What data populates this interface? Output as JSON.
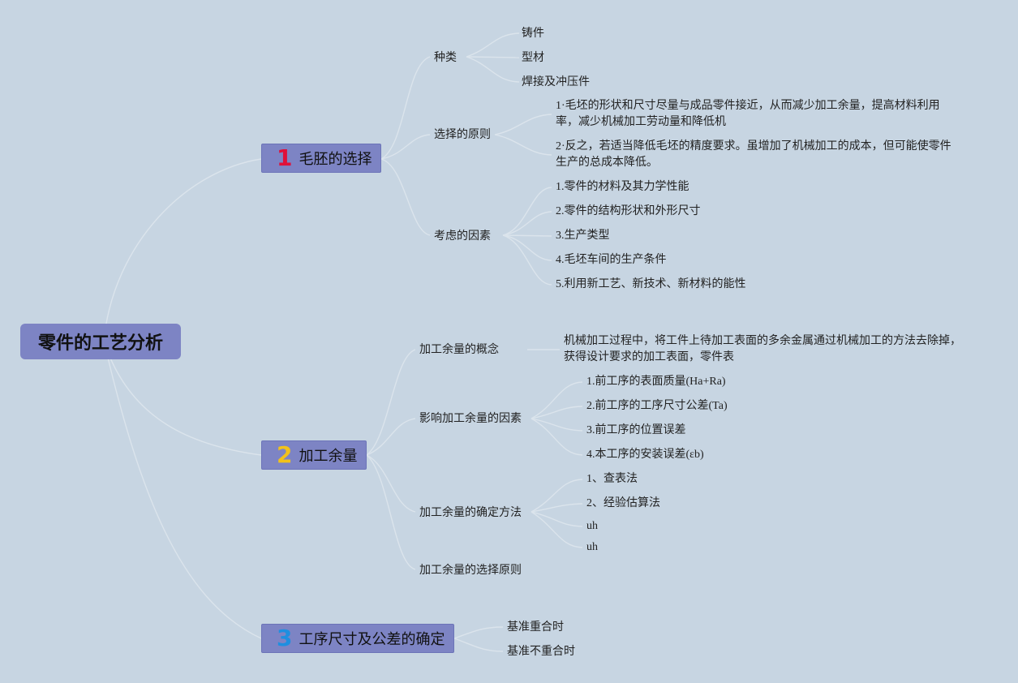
{
  "root": "零件的工艺分析",
  "branches": [
    {
      "num": "1",
      "num_color": "#e0103a",
      "label": "毛胚的选择",
      "children": [
        {
          "label": "种类",
          "items": [
            "铸件",
            "型材",
            "焊接及冲压件"
          ]
        },
        {
          "label": "选择的原则",
          "items": [
            "1·毛坯的形状和尺寸尽量与成品零件接近，从而减少加工余量，提高材料利用率，减少机械加工劳动量和降低机",
            "2·反之，若适当降低毛坯的精度要求。虽增加了机械加工的成本，但可能使零件生产的总成本降低。"
          ]
        },
        {
          "label": "考虑的因素",
          "items": [
            "1.零件的材料及其力学性能",
            "2.零件的结构形状和外形尺寸",
            "3.生产类型",
            "4.毛坯车间的生产条件",
            "5.利用新工艺、新技术、新材料的能性"
          ]
        }
      ]
    },
    {
      "num": "2",
      "num_color": "#f2c21a",
      "label": "加工余量",
      "children": [
        {
          "label": "加工余量的概念",
          "items": [
            "机械加工过程中，将工件上待加工表面的多余金属通过机械加工的方法去除掉，获得设计要求的加工表面，零件表"
          ]
        },
        {
          "label": "影响加工余量的因素",
          "items": [
            "1.前工序的表面质量(Ha+Ra)",
            "2.前工序的工序尺寸公差(Ta)",
            "3.前工序的位置误差",
            "4.本工序的安装误差(εb)"
          ]
        },
        {
          "label": "加工余量的确定方法",
          "items": [
            "1、查表法",
            "2、经验估算法",
            "uh",
            "uh"
          ]
        },
        {
          "label": "加工余量的选择原则",
          "items": []
        }
      ]
    },
    {
      "num": "3",
      "num_color": "#1e8fe0",
      "label": "工序尺寸及公差的确定",
      "children": [
        {
          "label": "基准重合时",
          "items": []
        },
        {
          "label": "基准不重合时",
          "items": []
        }
      ]
    }
  ]
}
